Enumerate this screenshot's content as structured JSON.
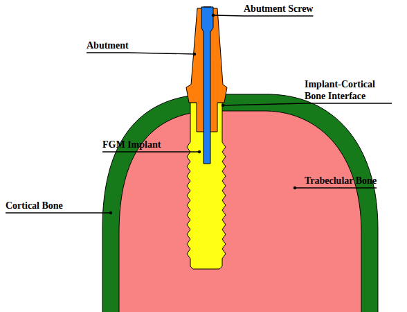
{
  "diagram": {
    "labels": [
      "Abutment Screw",
      "Abutment",
      "Implant-Cortical Bone Interface",
      "FGM Implant",
      "Trabeclular Bone",
      "Cortical Bone"
    ]
  }
}
